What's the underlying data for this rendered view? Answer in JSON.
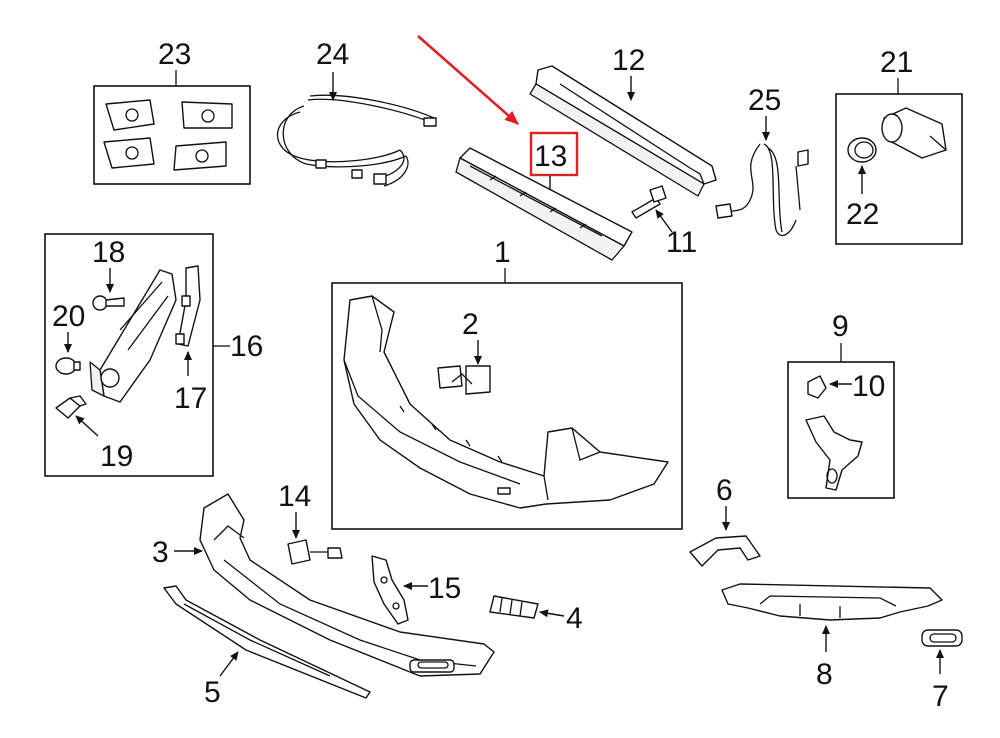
{
  "highlight_color": "#e02020",
  "callouts": {
    "c1": "1",
    "c2": "2",
    "c3": "3",
    "c4": "4",
    "c5": "5",
    "c6": "6",
    "c7": "7",
    "c8": "8",
    "c9": "9",
    "c10": "10",
    "c11": "11",
    "c12": "12",
    "c13": "13",
    "c14": "14",
    "c15": "15",
    "c16": "16",
    "c17": "17",
    "c18": "18",
    "c19": "19",
    "c20": "20",
    "c21": "21",
    "c22": "22",
    "c23": "23",
    "c24": "24",
    "c25": "25"
  },
  "highlighted_part": "13"
}
